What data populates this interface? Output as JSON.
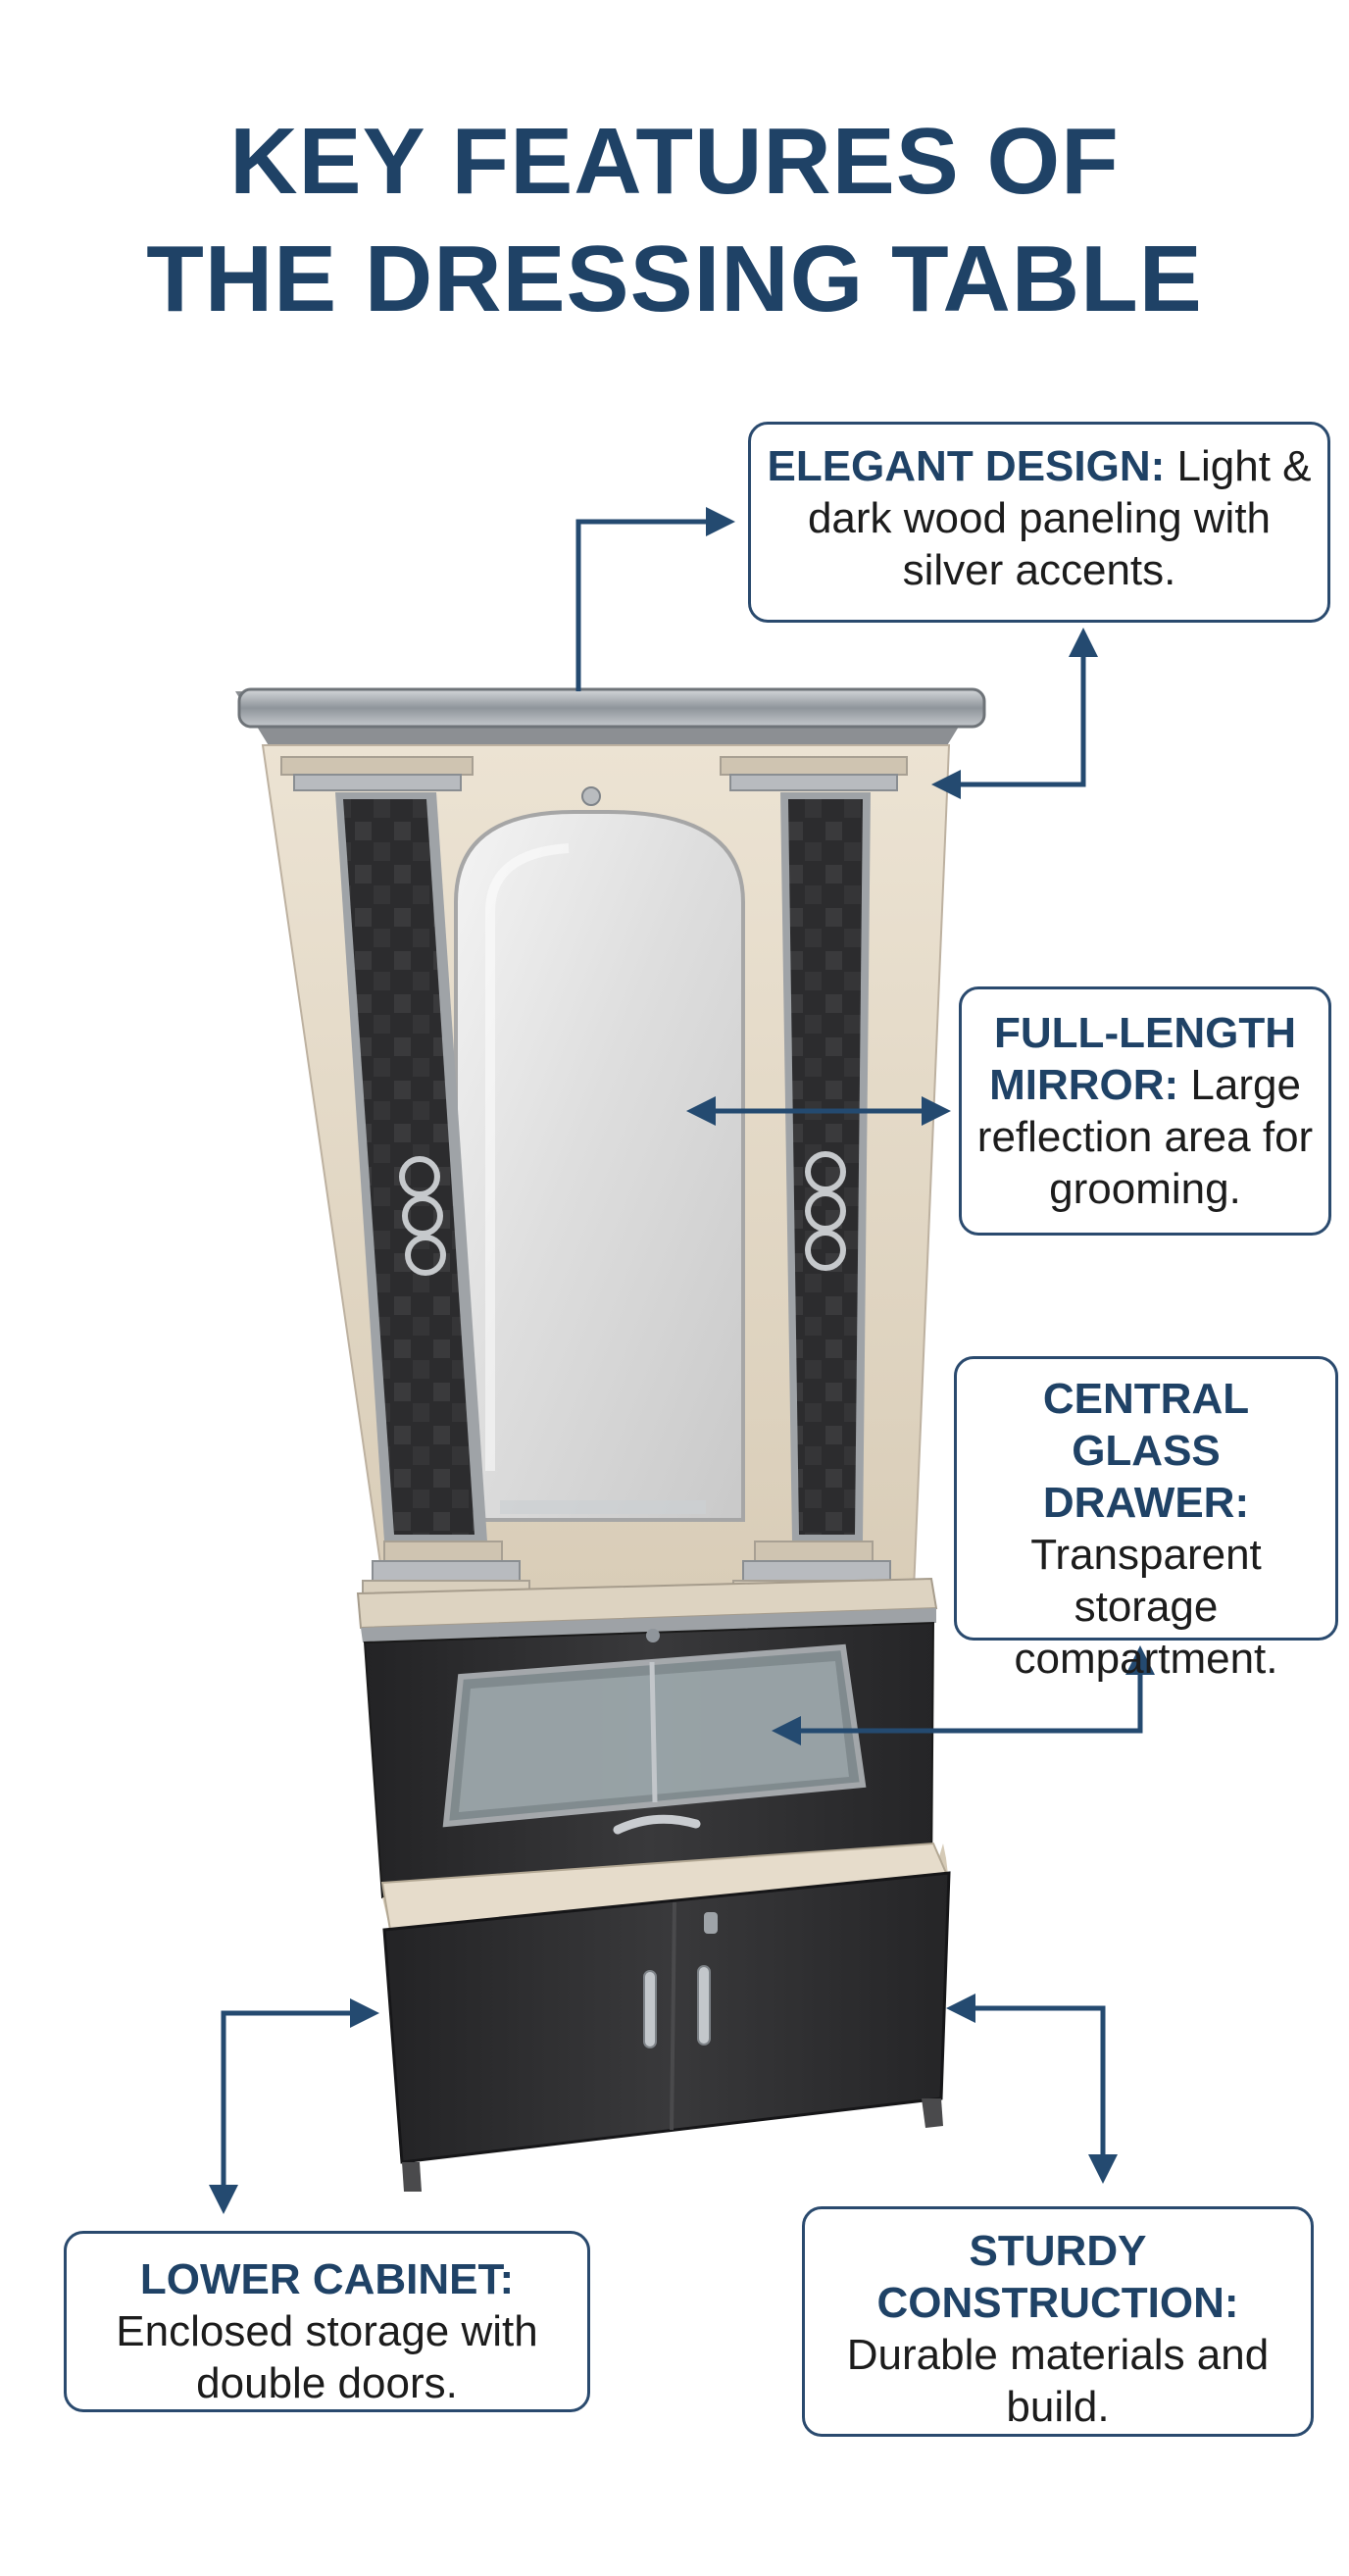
{
  "title": {
    "line1": "KEY FEATURES OF",
    "line2": "THE DRESSING TABLE"
  },
  "callouts": {
    "elegant": {
      "head": "ELEGANT DESIGN:",
      "text": " Light & dark wood paneling with silver accents."
    },
    "mirror": {
      "head": "FULL-LENGTH MIRROR:",
      "text": " Large reflection area for grooming."
    },
    "drawer": {
      "head": "CENTRAL GLASS DRAWER:",
      "text": " Transparent storage compartment."
    },
    "cabinet": {
      "head": "LOWER CABINET:",
      "text": " Enclosed storage with double doors."
    },
    "sturdy": {
      "head": "STURDY CONSTRUCTION:",
      "text": " Durable materials and build."
    }
  },
  "colors": {
    "accent": "#1f4266",
    "arrow": "#244a70",
    "light_wood": "#e6dccb",
    "dark_panel": "#2b2b2d",
    "silver": "#a9adb2"
  }
}
